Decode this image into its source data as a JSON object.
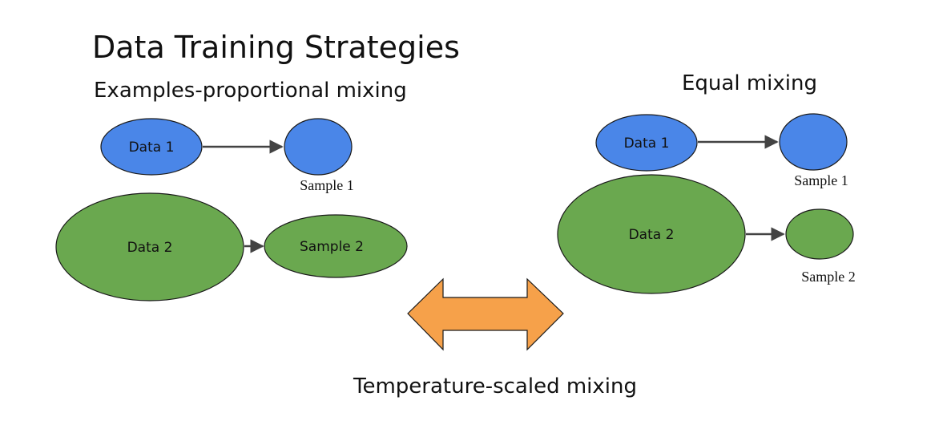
{
  "title": "Data Training Strategies",
  "left_panel": {
    "heading": "Examples-proportional mixing",
    "data1": "Data 1",
    "sample1": "Sample 1",
    "data2": "Data 2",
    "sample2": "Sample 2"
  },
  "right_panel": {
    "heading": "Equal mixing",
    "data1": "Data 1",
    "sample1": "Sample 1",
    "data2": "Data 2",
    "sample2": "Sample 2"
  },
  "bottom_label": "Temperature-scaled mixing",
  "colors": {
    "blue": "#4a86e8",
    "green": "#6aa84f",
    "orange": "#f6a14a",
    "arrow": "#434343",
    "outline": "#1a1a1a"
  }
}
